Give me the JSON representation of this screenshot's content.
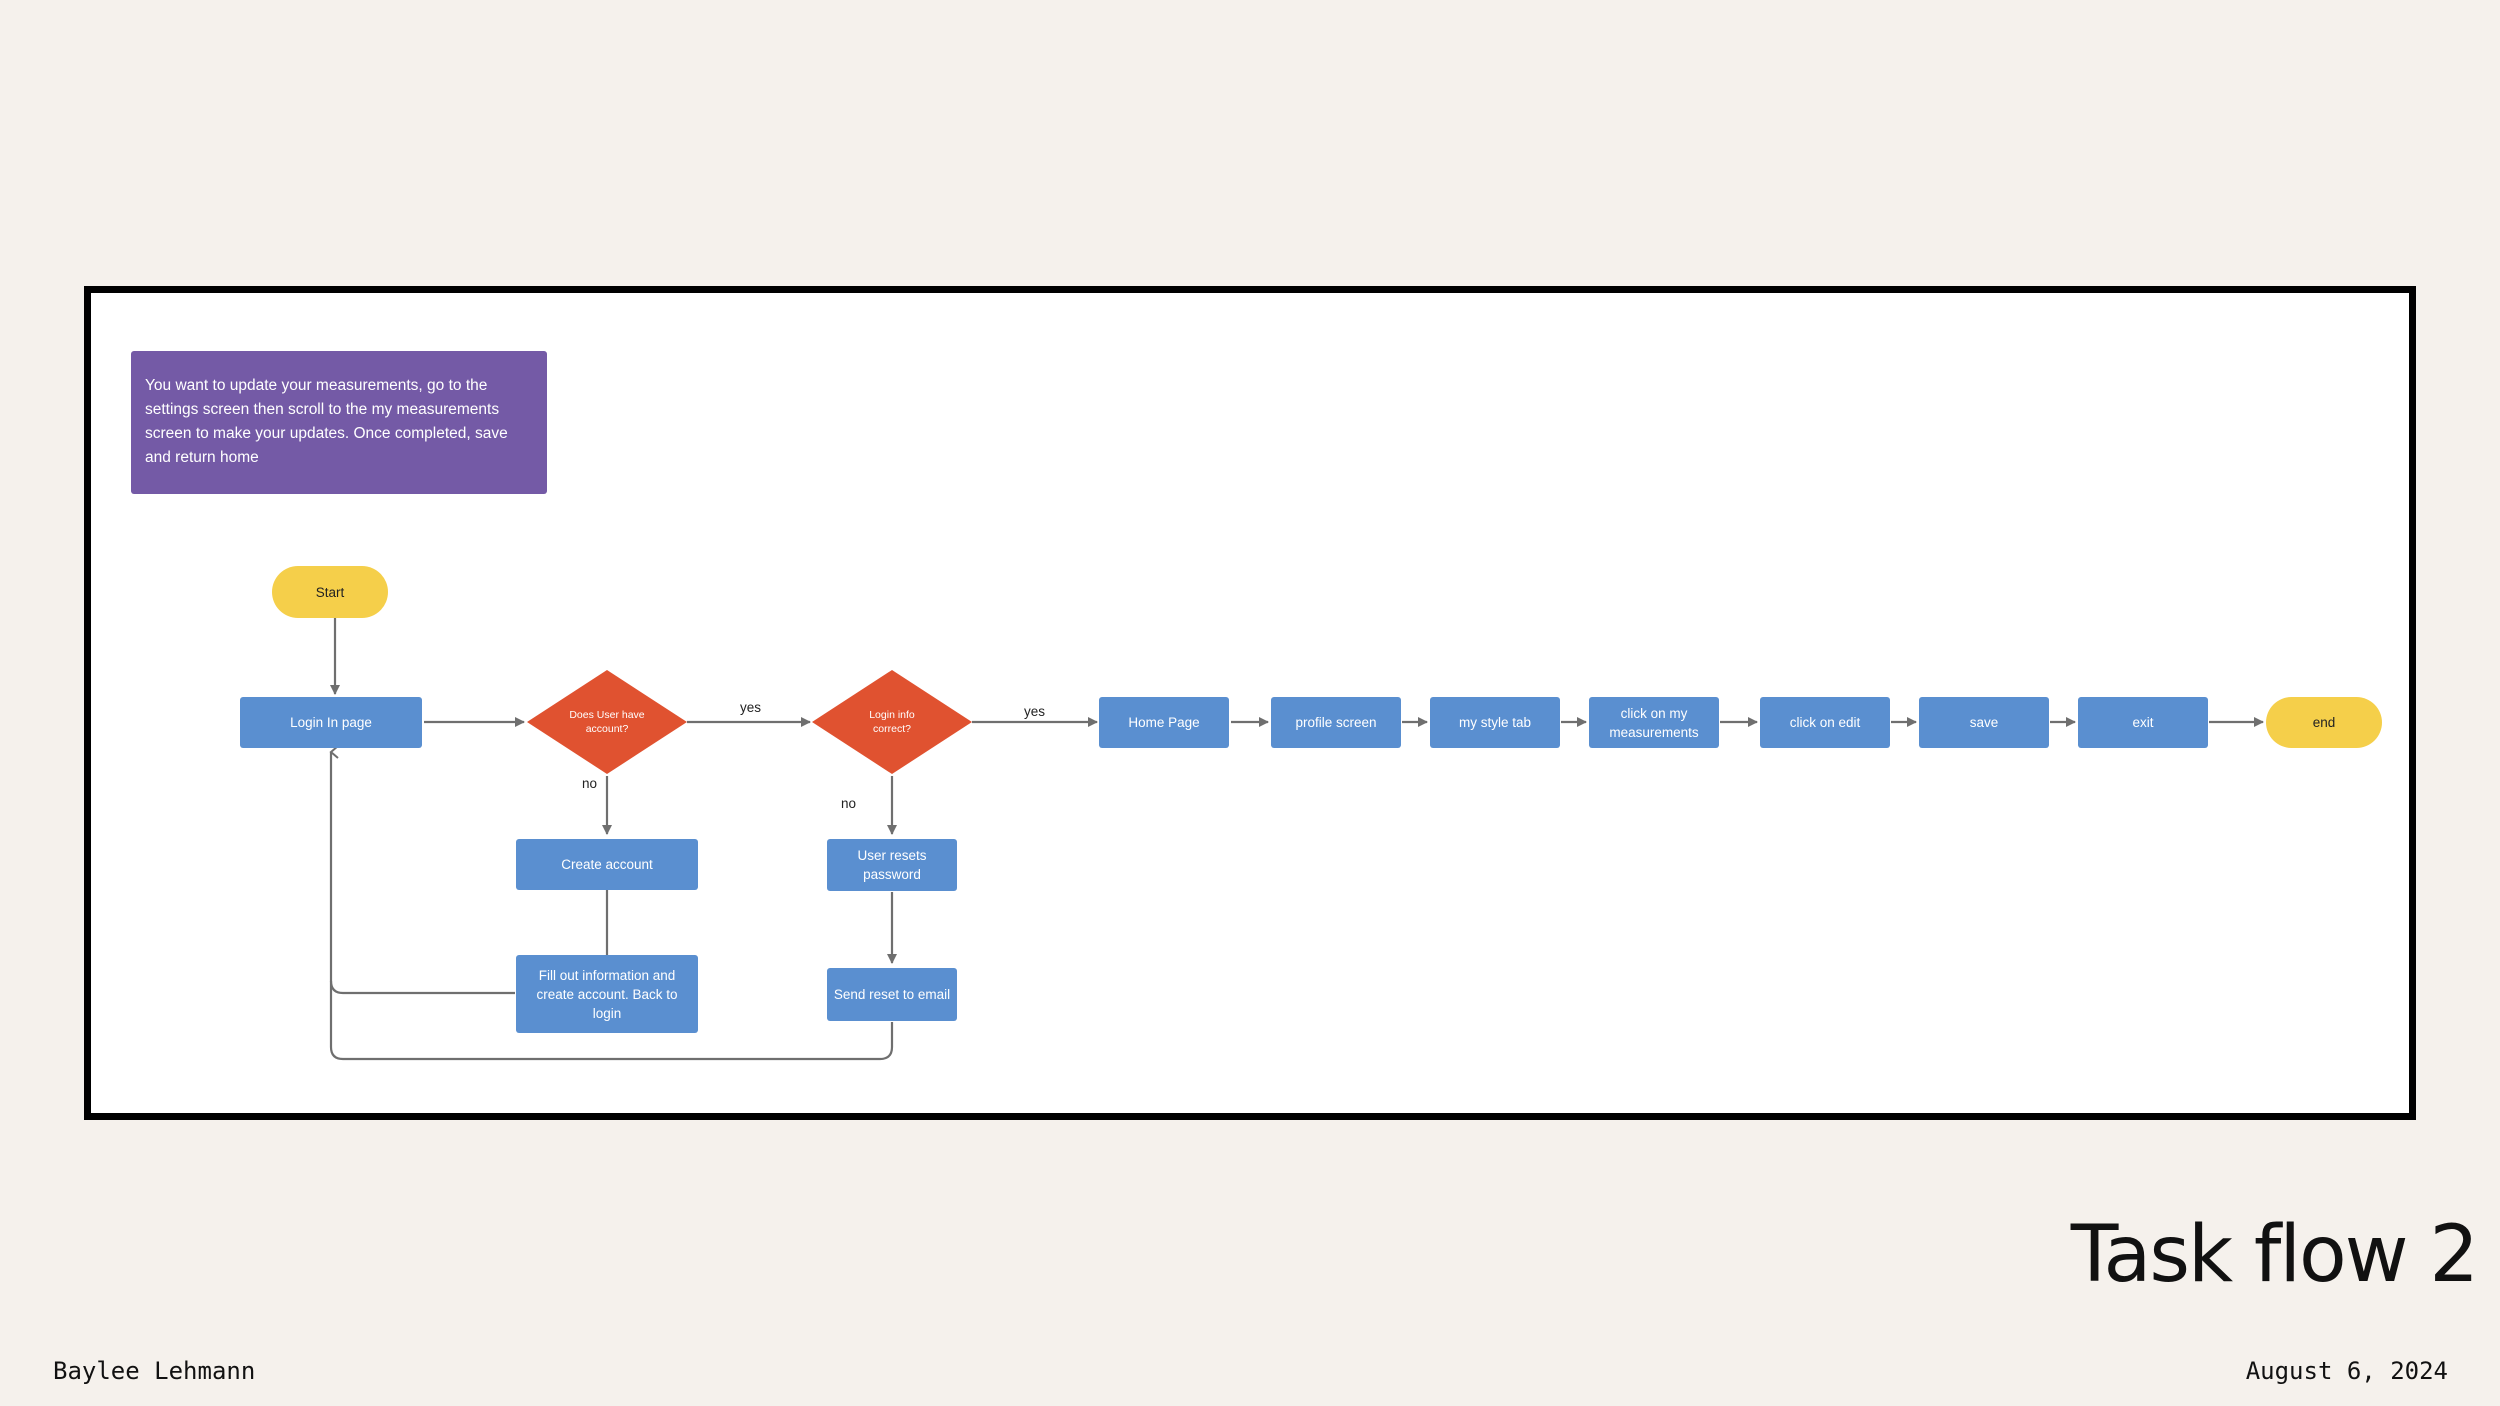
{
  "slide": {
    "title": "Task flow 2",
    "author": "Baylee Lehmann",
    "date": "August 6, 2024"
  },
  "scenario": {
    "text": "You want to update your measurements, go to the settings screen then scroll to the my measurements screen to make your updates.  Once completed, save and return home"
  },
  "flow": {
    "start": "Start",
    "login": "Login In page",
    "decision_account": "Does User have account?",
    "decision_login": "Login info correct?",
    "yes_1": "yes",
    "yes_2": "yes",
    "no_1": "no",
    "no_2": "no",
    "create_account": "Create account",
    "fill_out": "Fill out information and create account. Back to login",
    "reset_password": "User resets password",
    "send_reset": "Send reset to email",
    "home": "Home Page",
    "profile": "profile screen",
    "style_tab": "my style tab",
    "measurements": "click on my measurements",
    "edit": "click on edit",
    "save": "save",
    "exit": "exit",
    "end": "end"
  },
  "colors": {
    "background": "#f5f1ec",
    "process": "#5a8fd0",
    "decision": "#e05230",
    "terminal": "#f5cf4a",
    "note": "#745aa6",
    "connector": "#6f6f6f"
  }
}
